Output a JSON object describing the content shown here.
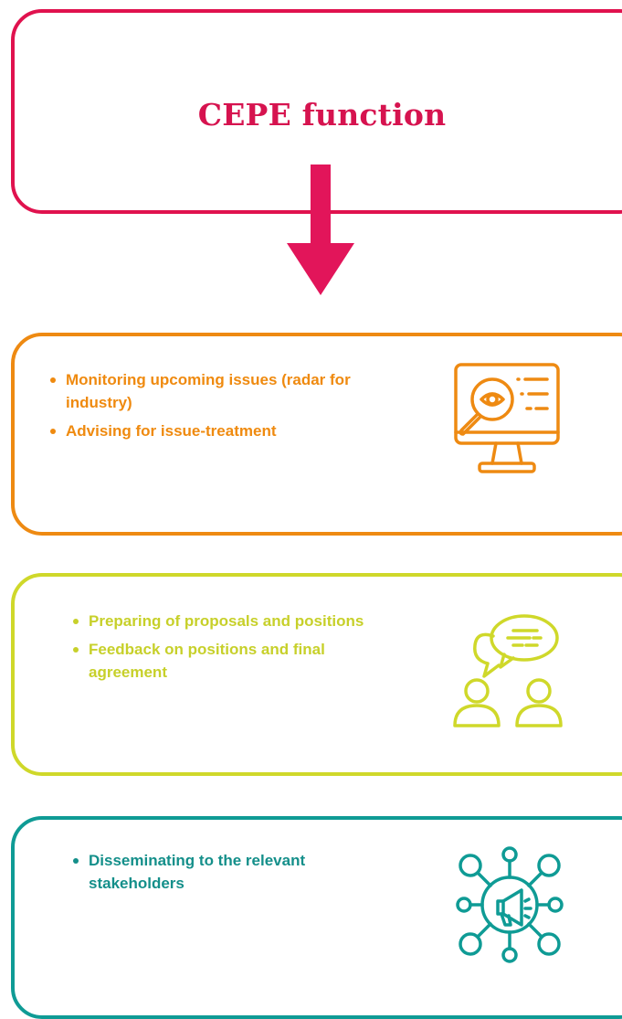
{
  "title": "CEPE function",
  "sections": [
    {
      "color": "#ee8a12",
      "icon": "monitor-magnifier-icon",
      "bullets": [
        "Monitoring upcoming issues (radar for industry)",
        "Advising for issue-treatment"
      ]
    },
    {
      "color": "#cfd82a",
      "icon": "people-conversation-icon",
      "bullets": [
        "Preparing of proposals and positions",
        "Feedback on positions and final agreement"
      ]
    },
    {
      "color": "#0f9b95",
      "icon": "megaphone-network-icon",
      "bullets": [
        "Disseminating to the relevant stakeholders"
      ]
    }
  ],
  "colors": {
    "title": "#d6134f",
    "title_border": "#e0124e",
    "arrow": "#e2155a"
  }
}
